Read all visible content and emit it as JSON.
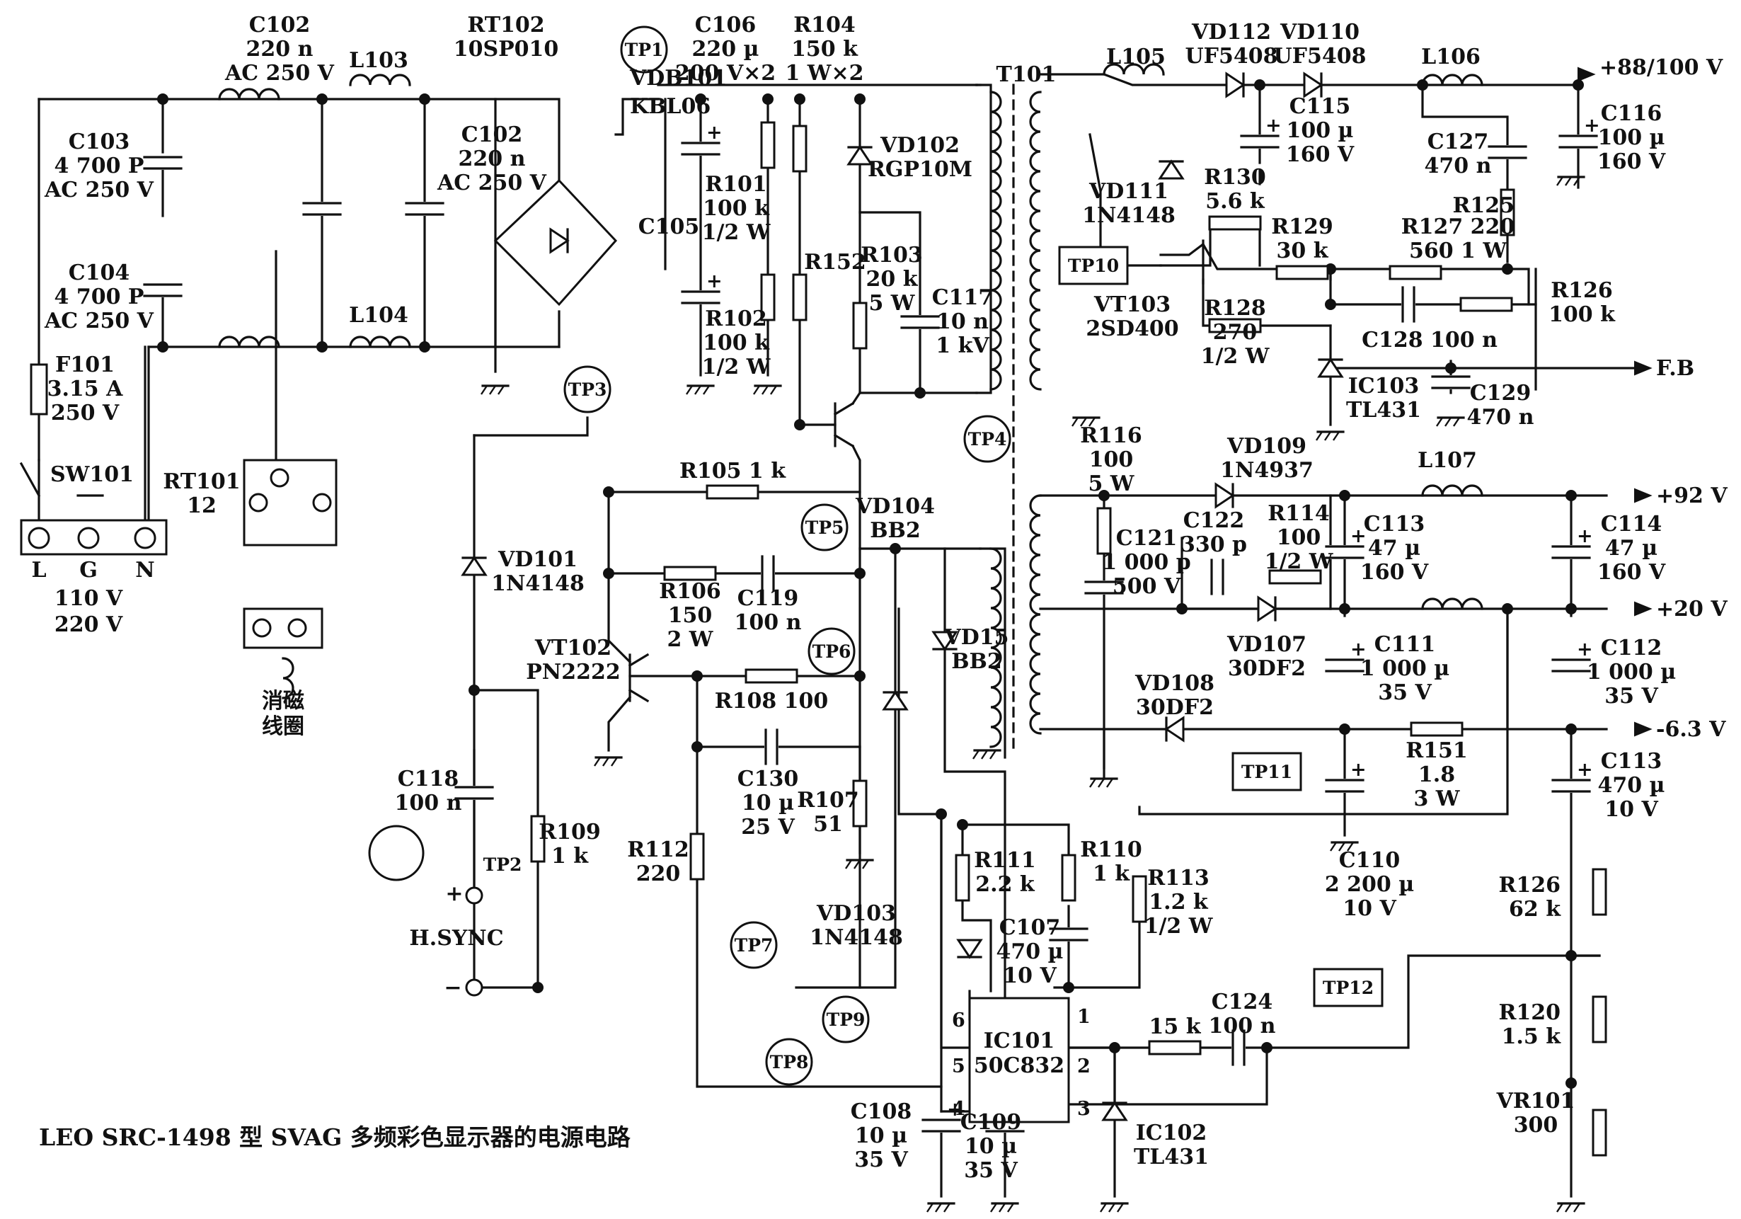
{
  "caption": "LEO SRC-1498 型 SVAG 多频彩色显示器的电源电路",
  "terminal_block": {
    "pins": [
      "L",
      "G",
      "N"
    ],
    "voltage_a": "110 V",
    "voltage_b": "220 V"
  },
  "degauss_coil": {
    "line1": "消磁",
    "line2": "线圈"
  },
  "hsync_label": "H.SYNC",
  "plus_sign": "+",
  "minus_sign": "−",
  "test_points": [
    "TP1",
    "TP2",
    "TP3",
    "TP4",
    "TP5",
    "TP6",
    "TP7",
    "TP8",
    "TP9",
    "TP10",
    "TP11",
    "TP12"
  ],
  "ic101": {
    "ref": "IC101",
    "part": "50C832",
    "pins": [
      "1",
      "2",
      "3",
      "4",
      "5",
      "6"
    ]
  },
  "arrows": [
    "+88/100 V",
    "F.B",
    "+92 V",
    "+20 V",
    "-6.3 V"
  ],
  "labels": {
    "c102a": [
      "C102",
      "220 n",
      "AC 250 V"
    ],
    "l103": [
      "L103"
    ],
    "rt102": [
      "RT102",
      "10SP010"
    ],
    "c102b": [
      "C102",
      "220 n",
      "AC 250 V"
    ],
    "vdb101": [
      "VDB101",
      "KBL06"
    ],
    "c106": [
      "C106",
      "220 µ",
      "200 V×2"
    ],
    "r104": [
      "R104",
      "150 k",
      "1 W×2"
    ],
    "t101": [
      "T101"
    ],
    "c103": [
      "C103",
      "4 700 P",
      "AC 250 V"
    ],
    "c104": [
      "C104",
      "4 700 P",
      "AC 250 V"
    ],
    "l104": [
      "L104"
    ],
    "f101": [
      "F101",
      "3.15 A",
      "250 V"
    ],
    "sw101": [
      "SW101"
    ],
    "rt101": [
      "RT101",
      "12"
    ],
    "c105": [
      "C105"
    ],
    "r101": [
      "R101",
      "100 k",
      "1/2 W"
    ],
    "r102": [
      "R102",
      "100 k",
      "1/2 W"
    ],
    "r152": [
      "R152"
    ],
    "vd102": [
      "VD102",
      "RGP10M"
    ],
    "r103": [
      "R103",
      "20 k",
      "5 W"
    ],
    "c117": [
      "C117",
      "10 n",
      "1 kV"
    ],
    "r105": [
      "R105 1 k"
    ],
    "vd104": [
      "VD104",
      "BB2"
    ],
    "r106": [
      "R106",
      "150",
      "2 W"
    ],
    "c119": [
      "C119",
      "100 n"
    ],
    "vd101": [
      "VD101",
      "1N4148"
    ],
    "vt102": [
      "VT102",
      "PN2222"
    ],
    "r108": [
      "R108 100"
    ],
    "c130": [
      "C130",
      "10 µ",
      "25 V"
    ],
    "r107": [
      "R107",
      "51"
    ],
    "vd15": [
      "VD15",
      "BB2"
    ],
    "c118": [
      "C118",
      "100 n"
    ],
    "r109": [
      "R109",
      "1 k"
    ],
    "r112": [
      "R112",
      "220"
    ],
    "r111": [
      "R111",
      "2.2 k"
    ],
    "r110": [
      "R110",
      "1 k"
    ],
    "r113": [
      "R113",
      "1.2 k",
      "1/2 W"
    ],
    "c107": [
      "C107",
      "470 µ",
      "10 V"
    ],
    "vd103": [
      "VD103",
      "1N4148"
    ],
    "c108": [
      "C108",
      "10 µ",
      "35 V"
    ],
    "c109": [
      "C109",
      "10 µ",
      "35 V"
    ],
    "ic102": [
      "IC102",
      "TL431"
    ],
    "r15k": [
      "15 k"
    ],
    "c124": [
      "C124",
      "100 n"
    ],
    "l105": [
      "L105"
    ],
    "vd112": [
      "VD112",
      "UF5408"
    ],
    "vd110": [
      "VD110",
      "UF5408"
    ],
    "l106": [
      "L106"
    ],
    "c115": [
      "C115",
      "100 µ",
      "160 V"
    ],
    "c116": [
      "C116",
      "100 µ",
      "160 V"
    ],
    "c127": [
      "C127",
      "470 n"
    ],
    "vd111": [
      "VD111",
      "1N4148"
    ],
    "r130": [
      "R130",
      "5.6 k"
    ],
    "r129": [
      "R129",
      "30 k"
    ],
    "r127": [
      "R127 220",
      "560 1 W"
    ],
    "r125": [
      "R125"
    ],
    "vt103": [
      "VT103",
      "2SD400"
    ],
    "r128": [
      "R128",
      "270",
      "1/2 W"
    ],
    "r126a": [
      "R126",
      "100 k"
    ],
    "c128": [
      "C128 100 n"
    ],
    "ic103": [
      "IC103",
      "TL431"
    ],
    "c129": [
      "C129",
      "470 n"
    ],
    "r116": [
      "R116",
      "100",
      "5 W"
    ],
    "vd109": [
      "VD109",
      "1N4937"
    ],
    "l107": [
      "L107"
    ],
    "c121": [
      "C121",
      "1 000 p",
      "500 V"
    ],
    "c122": [
      "C122",
      "330 p"
    ],
    "r114": [
      "R114",
      "100",
      "1/2 W"
    ],
    "c113a": [
      "C113",
      "47 µ",
      "160 V"
    ],
    "c114": [
      "C114",
      "47 µ",
      "160 V"
    ],
    "vd107": [
      "VD107",
      "30DF2"
    ],
    "c111": [
      "C111",
      "1 000 µ",
      "35 V"
    ],
    "c112": [
      "C112",
      "1 000 µ",
      "35 V"
    ],
    "vd108": [
      "VD108",
      "30DF2"
    ],
    "r151": [
      "R151",
      "1.8",
      "3 W"
    ],
    "c113b": [
      "C113",
      "470 µ",
      "10 V"
    ],
    "c110": [
      "C110",
      "2 200 µ",
      "10 V"
    ],
    "r126b": [
      "R126",
      "62 k"
    ],
    "r120": [
      "R120",
      "1.5 k"
    ],
    "vr101": [
      "VR101",
      "300"
    ]
  }
}
